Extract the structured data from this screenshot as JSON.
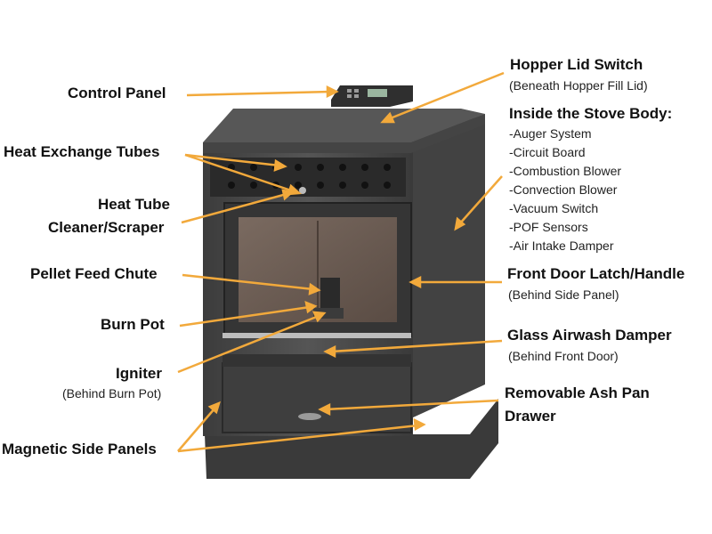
{
  "colors": {
    "arrow": "#f2a93b",
    "stove_body": "#4b4b4b",
    "stove_dark": "#2e2e2e",
    "glass": "#6e5f55",
    "text": "#111111"
  },
  "labels": {
    "control_panel": "Control Panel",
    "heat_exchange_tubes": "Heat Exchange Tubes",
    "heat_tube_cleaner_1": "Heat Tube",
    "heat_tube_cleaner_2": "Cleaner/Scraper",
    "pellet_feed_chute": "Pellet Feed Chute",
    "burn_pot": "Burn Pot",
    "igniter": "Igniter",
    "igniter_note": "(Behind Burn Pot)",
    "magnetic_side_panels": "Magnetic Side Panels",
    "hopper_lid_switch": "Hopper Lid Switch",
    "hopper_lid_switch_note": "(Beneath Hopper Fill Lid)",
    "inside_stove_body": "Inside the Stove Body:",
    "inside_items": [
      "-Auger System",
      "-Circuit Board",
      "-Combustion Blower",
      "-Convection Blower",
      "-Vacuum Switch",
      "-POF Sensors",
      "-Air Intake Damper"
    ],
    "front_door_latch": "Front Door Latch/Handle",
    "front_door_latch_note": "(Behind Side Panel)",
    "glass_airwash_damper": "Glass Airwash Damper",
    "glass_airwash_note": "(Behind Front Door)",
    "ash_pan_1": "Removable Ash Pan",
    "ash_pan_2": "Drawer"
  }
}
